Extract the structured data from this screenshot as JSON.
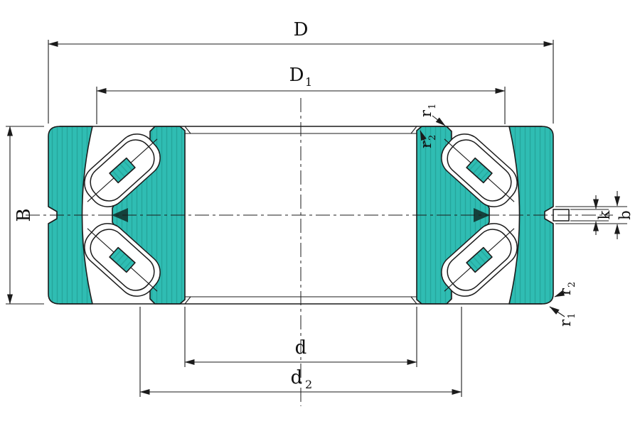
{
  "dims": {
    "D": {
      "label": "D"
    },
    "D1": {
      "base": "D",
      "sub": "1"
    },
    "B": {
      "label": "B"
    },
    "d": {
      "label": "d"
    },
    "d2": {
      "base": "d",
      "sub": "2"
    },
    "r1": {
      "base": "r",
      "sub": "1"
    },
    "r2": {
      "base": "r",
      "sub": "2"
    },
    "k": {
      "label": "k"
    },
    "b": {
      "label": "b"
    }
  },
  "colors": {
    "ring_fill": "#2fbdb3",
    "ring_hatch": "#17897f",
    "flange_dark": "#14413c",
    "line": "#1b1b1b",
    "background": "#ffffff"
  }
}
